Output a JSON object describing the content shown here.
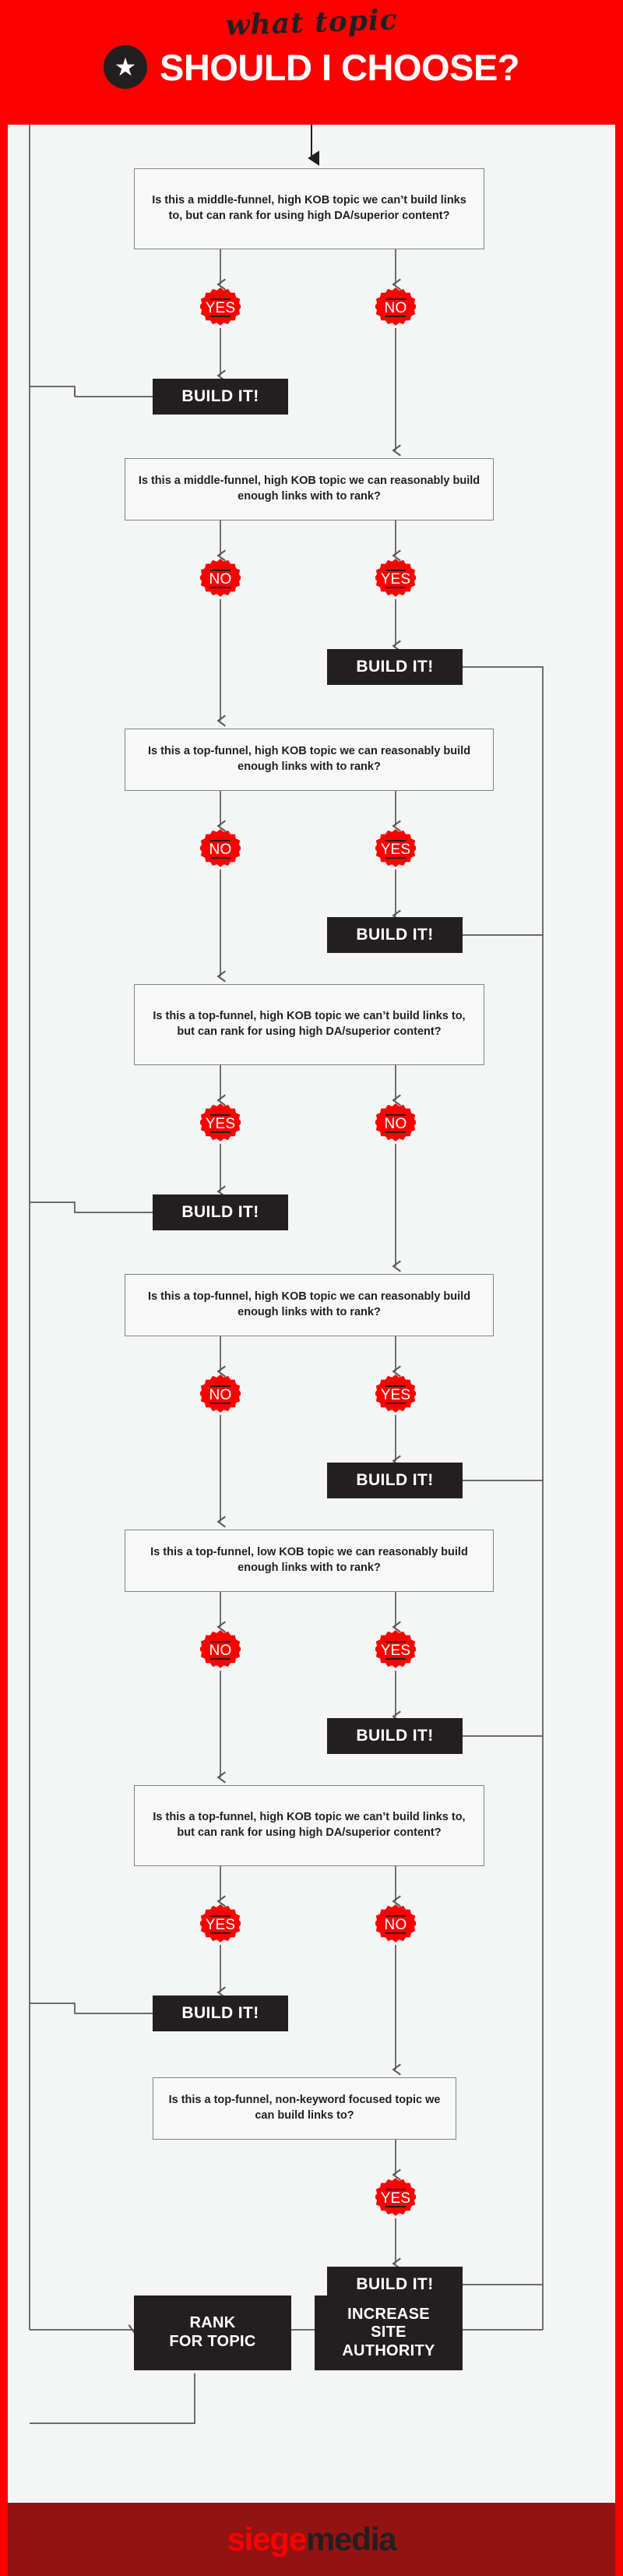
{
  "header": {
    "script_text": "what topic",
    "title": "SHOULD I CHOOSE?",
    "star_icon": "star-icon",
    "bg_color": "#fd0000"
  },
  "labels": {
    "yes": "YES",
    "no": "NO",
    "build": "BUILD IT!"
  },
  "steps": [
    {
      "question": "Is this a middle-funnel, high KOB topic we can’t build links to, but can rank for using high DA/superior content?",
      "left_badge": "YES",
      "right_badge": "NO",
      "outcome": "BUILD IT!",
      "outcome_side": "left"
    },
    {
      "question": "Is this a middle-funnel, high KOB topic we can reasonably build enough links with to rank?",
      "left_badge": "NO",
      "right_badge": "YES",
      "outcome": "BUILD IT!",
      "outcome_side": "right"
    },
    {
      "question": "Is this a top-funnel, high KOB topic we can reasonably build enough links with to rank?",
      "left_badge": "NO",
      "right_badge": "YES",
      "outcome": "BUILD IT!",
      "outcome_side": "right"
    },
    {
      "question": "Is this a top-funnel, high KOB topic we can’t build links to, but can rank for using high DA/superior content?",
      "left_badge": "YES",
      "right_badge": "NO",
      "outcome": "BUILD IT!",
      "outcome_side": "left"
    },
    {
      "question": "Is this a top-funnel, high KOB topic we can reasonably build enough links with to rank?",
      "left_badge": "NO",
      "right_badge": "YES",
      "outcome": "BUILD IT!",
      "outcome_side": "right"
    },
    {
      "question": "Is this a top-funnel, low KOB topic we can reasonably build enough links with to rank?",
      "left_badge": "NO",
      "right_badge": "YES",
      "outcome": "BUILD IT!",
      "outcome_side": "right"
    },
    {
      "question": "Is this a top-funnel, high KOB topic we can’t build links to, but can rank for using high DA/superior content?",
      "left_badge": "YES",
      "right_badge": "NO",
      "outcome": "BUILD IT!",
      "outcome_side": "left"
    },
    {
      "question": "Is this a top-funnel, non-keyword focused topic we can build links to?",
      "left_badge": "",
      "right_badge": "YES",
      "outcome": "BUILD IT!",
      "outcome_side": "right"
    }
  ],
  "terminals": {
    "rank": "RANK\nFOR TOPIC",
    "rank_line1": "RANK",
    "rank_line2": "FOR TOPIC",
    "authority_line1": "INCREASE",
    "authority_line2": "SITE",
    "authority_line3": "AUTHORITY"
  },
  "footer": {
    "logo_part1": "siege",
    "logo_part2": "media",
    "bg_color": "#931313",
    "accent_color": "#fd0000"
  }
}
